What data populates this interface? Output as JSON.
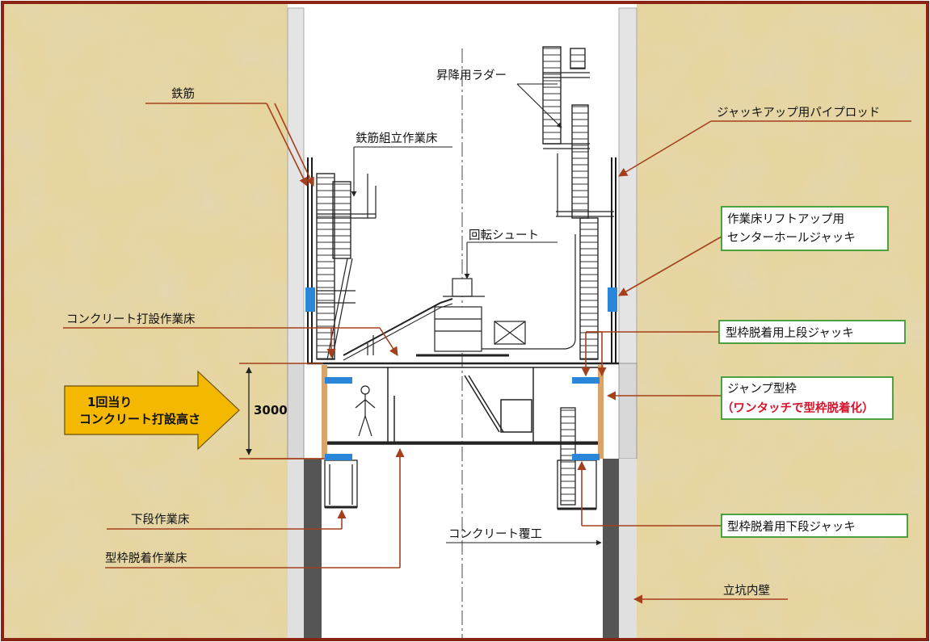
{
  "labels": {
    "rebar": "鉄筋",
    "rebar_platform": "鉄筋組立作業床",
    "ladder": "昇降用ラダー",
    "pipe_rod": "ジャッキアップ用パイプロッド",
    "lift_jack_line1": "作業床リフトアップ用",
    "lift_jack_line2": "センターホールジャッキ",
    "chute": "回転シュート",
    "concrete_platform": "コンクリート打設作業床",
    "upper_jack": "型枠脱着用上段ジャッキ",
    "jump_form_line1": "ジャンプ型枠",
    "jump_form_line2": "（ワンタッチで型枠脱着化）",
    "pour_height_line1": "1回当り",
    "pour_height_line2": "コンクリート打設高さ",
    "dimension": "3000",
    "lower_platform": "下段作業床",
    "form_platform": "型枠脱着作業床",
    "lining": "コンクリート覆工",
    "lower_jack": "型枠脱着用下段ジャッキ",
    "shaft_wall": "立坑内壁"
  },
  "colors": {
    "frame": "#8b2313",
    "leader": "#a4401c",
    "ground": "#e6d59f",
    "ground_dark": "#cdb77a",
    "green_box": "#3a9a31",
    "arrow_fill": "#f5b800",
    "jack_blue": "#2a86d8",
    "form_tan": "#d9a36a",
    "concrete_dark": "#555555",
    "red_text": "#d4142a"
  }
}
